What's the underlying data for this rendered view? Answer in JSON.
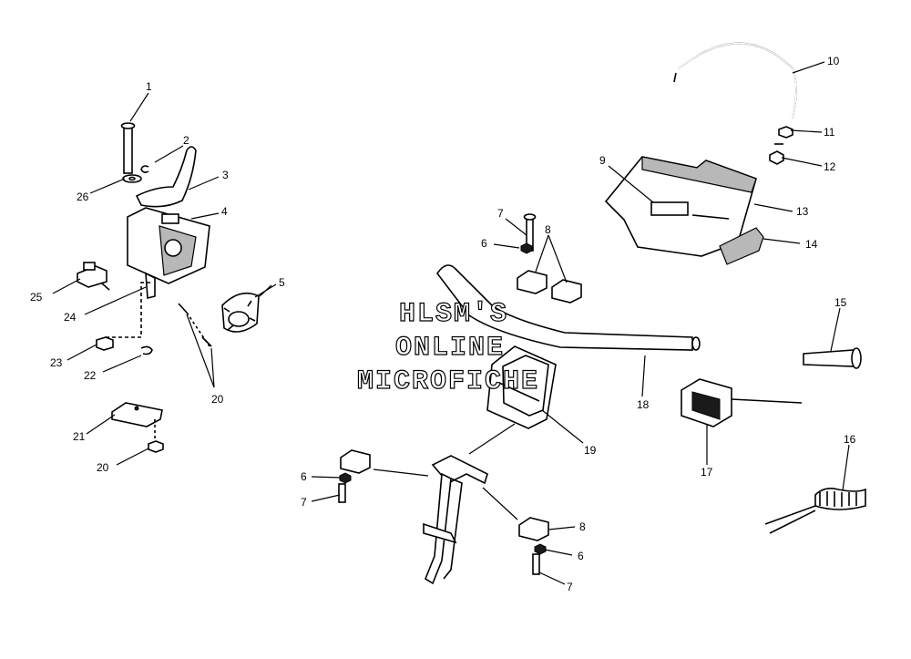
{
  "watermark": {
    "line1": "HLSM'S",
    "line2": "ONLINE",
    "line3": "MICROFICHE"
  },
  "callouts": [
    {
      "id": "c1",
      "label": "1"
    },
    {
      "id": "c2",
      "label": "2"
    },
    {
      "id": "c3",
      "label": "3"
    },
    {
      "id": "c4",
      "label": "4"
    },
    {
      "id": "c5",
      "label": "5"
    },
    {
      "id": "c6a",
      "label": "6"
    },
    {
      "id": "c6b",
      "label": "6"
    },
    {
      "id": "c6c",
      "label": "6"
    },
    {
      "id": "c7a",
      "label": "7"
    },
    {
      "id": "c7b",
      "label": "7"
    },
    {
      "id": "c7c",
      "label": "7"
    },
    {
      "id": "c8a",
      "label": "8"
    },
    {
      "id": "c8b",
      "label": "8"
    },
    {
      "id": "c9",
      "label": "9"
    },
    {
      "id": "c10",
      "label": "10"
    },
    {
      "id": "c11",
      "label": "11"
    },
    {
      "id": "c12",
      "label": "12"
    },
    {
      "id": "c13",
      "label": "13"
    },
    {
      "id": "c14",
      "label": "14"
    },
    {
      "id": "c15",
      "label": "15"
    },
    {
      "id": "c16",
      "label": "16"
    },
    {
      "id": "c17",
      "label": "17"
    },
    {
      "id": "c18",
      "label": "18"
    },
    {
      "id": "c19",
      "label": "19"
    },
    {
      "id": "c20a",
      "label": "20"
    },
    {
      "id": "c20b",
      "label": "20"
    },
    {
      "id": "c21",
      "label": "21"
    },
    {
      "id": "c22",
      "label": "22"
    },
    {
      "id": "c23",
      "label": "23"
    },
    {
      "id": "c24",
      "label": "24"
    },
    {
      "id": "c25",
      "label": "25"
    },
    {
      "id": "c26",
      "label": "26"
    }
  ]
}
